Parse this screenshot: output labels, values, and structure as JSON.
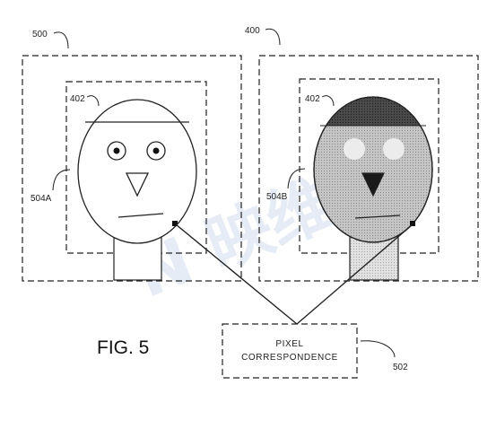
{
  "refs": {
    "outer_left": "500",
    "outer_right": "400",
    "head_left": "402",
    "head_right": "402",
    "frame_left": "504A",
    "frame_right": "504B",
    "correspondence_box": "502"
  },
  "correspondence_box": {
    "line1": "PIXEL",
    "line2": "CORRESPONDENCE"
  },
  "figure_label": "FIG. 5",
  "watermark": "N 映维网",
  "colors": {
    "line": "#222222",
    "shaded_face": "#c2c2c2",
    "dark_cap": "#4a4a4a",
    "light_neck": "#dcdcdc",
    "watermark": "#c9d6ea"
  }
}
